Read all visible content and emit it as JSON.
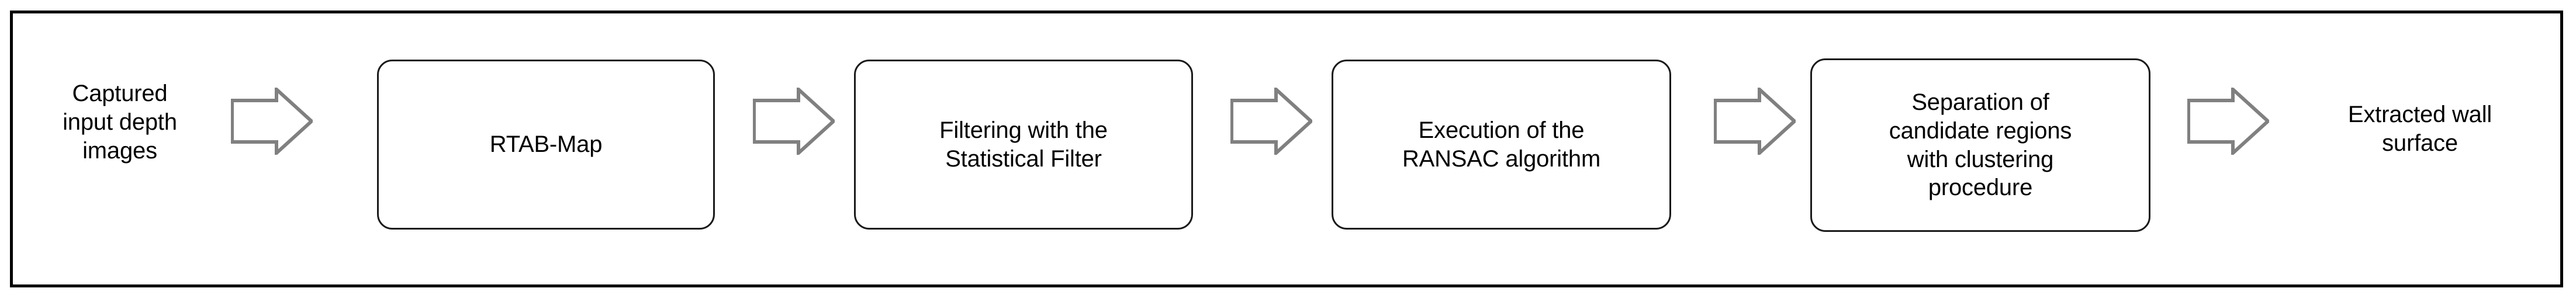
{
  "diagram": {
    "type": "flowchart",
    "orientation": "left-to-right",
    "frame_color": "#000000",
    "box_border_color": "#1a1a1a",
    "arrow_outline_color": "#808080",
    "arrow_fill_color": "#ffffff",
    "text_color": "#000000",
    "input_label": "Captured\ninput depth\nimages",
    "output_label": "Extracted wall\nsurface",
    "steps": [
      {
        "id": "step-1",
        "label": "RTAB-Map"
      },
      {
        "id": "step-2",
        "label": "Filtering with the\nStatistical Filter"
      },
      {
        "id": "step-3",
        "label": "Execution of the\nRANSAC algorithm"
      },
      {
        "id": "step-4",
        "label": "Separation of\ncandidate regions\nwith clustering\nprocedure"
      }
    ],
    "arrows": [
      {
        "id": "arrow-1",
        "from": "input",
        "to": "step-1"
      },
      {
        "id": "arrow-2",
        "from": "step-1",
        "to": "step-2"
      },
      {
        "id": "arrow-3",
        "from": "step-2",
        "to": "step-3"
      },
      {
        "id": "arrow-4",
        "from": "step-3",
        "to": "step-4"
      },
      {
        "id": "arrow-5",
        "from": "step-4",
        "to": "output"
      }
    ]
  }
}
